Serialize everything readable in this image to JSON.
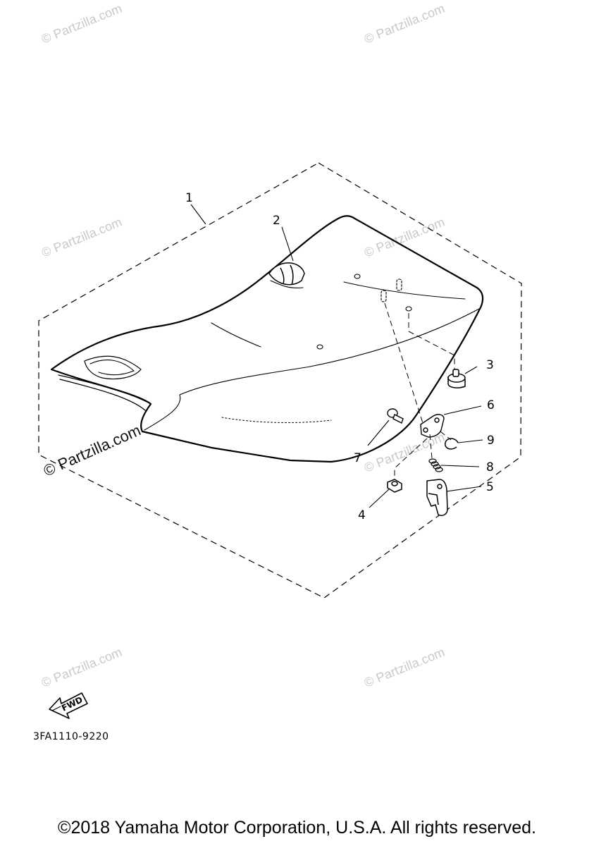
{
  "callouts": [
    {
      "label": "1"
    },
    {
      "label": "2"
    },
    {
      "label": "3"
    },
    {
      "label": "4"
    },
    {
      "label": "5"
    },
    {
      "label": "6"
    },
    {
      "label": "7"
    },
    {
      "label": "8"
    },
    {
      "label": "9"
    }
  ],
  "fwd_label": "FWD",
  "diagram_code": "3FA1110-9220",
  "watermark": "© Partzilla.com",
  "copyright": "©2018 Yamaha Motor Corporation, U.S.A. All rights reserved."
}
